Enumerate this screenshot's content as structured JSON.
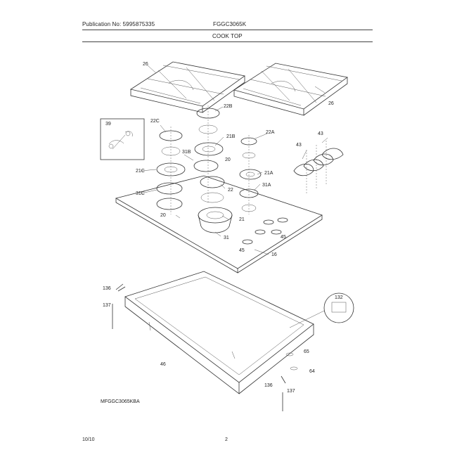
{
  "header": {
    "publication": "Publication No: 5995875335",
    "model": "FGGC3065K",
    "section_title": "COOK TOP"
  },
  "footer": {
    "diagram_code": "MFGGC3065KBA",
    "date": "10/10",
    "page": "2"
  },
  "callouts": [
    "26",
    "26",
    "22B",
    "39",
    "22C",
    "21B",
    "22A",
    "43",
    "43",
    "31B",
    "20",
    "21C",
    "21A",
    "22",
    "31A",
    "31C",
    "20",
    "21",
    "31",
    "45",
    "45",
    "16",
    "136",
    "137",
    "132",
    "46",
    "65",
    "64",
    "136",
    "137"
  ]
}
